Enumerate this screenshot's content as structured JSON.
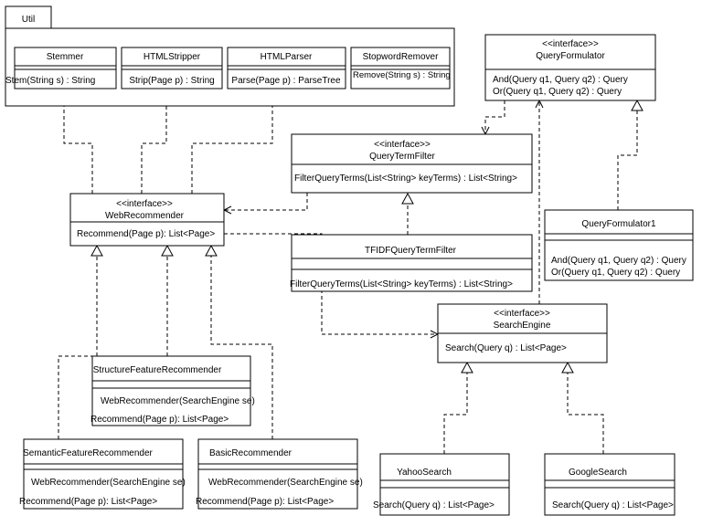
{
  "package": {
    "name": "Util"
  },
  "classes": {
    "stemmer": {
      "name": "Stemmer",
      "method": "Stem(String s) : String"
    },
    "htmlstripper": {
      "name": "HTMLStripper",
      "method": "Strip(Page p) : String"
    },
    "htmlparser": {
      "name": "HTMLParser",
      "method": "Parse(Page p) : ParseTree"
    },
    "stopword": {
      "name": "StopwordRemover",
      "method": "Remove(String s) : String"
    },
    "queryformulator": {
      "stereotype": "<<interface>>",
      "name": "QueryFormulator",
      "methods": [
        "And(Query q1, Query q2) : Query",
        "Or(Query q1, Query q2) : Query"
      ]
    },
    "querytermfilter": {
      "stereotype": "<<interface>>",
      "name": "QueryTermFilter",
      "method": "FilterQueryTerms(List<String> keyTerms) : List<String>"
    },
    "webrecommender": {
      "stereotype": "<<interface>>",
      "name": "WebRecommender",
      "method": "Recommend(Page p): List<Page>"
    },
    "queryformulator1": {
      "name": "QueryFormulator1",
      "methods": [
        "And(Query q1, Query q2) : Query",
        "Or(Query q1, Query q2) : Query"
      ]
    },
    "tfidf": {
      "name": "TFIDFQueryTermFilter",
      "method": "FilterQueryTerms(List<String> keyTerms) : List<String>"
    },
    "searchengine": {
      "stereotype": "<<interface>>",
      "name": "SearchEngine",
      "method": "Search(Query q) : List<Page>"
    },
    "structure": {
      "name": "StructureFeatureRecommender",
      "methods": [
        "WebRecommender(SearchEngine se)",
        "Recommend(Page p): List<Page>"
      ]
    },
    "semantic": {
      "name": "SemanticFeatureRecommender",
      "methods": [
        "WebRecommender(SearchEngine se)",
        "Recommend(Page p): List<Page>"
      ]
    },
    "basic": {
      "name": "BasicRecommender",
      "methods": [
        "WebRecommender(SearchEngine se)",
        "Recommend(Page p): List<Page>"
      ]
    },
    "yahoo": {
      "name": "YahooSearch",
      "method": "Search(Query q) : List<Page>"
    },
    "google": {
      "name": "GoogleSearch",
      "method": "Search(Query q) : List<Page>"
    }
  }
}
